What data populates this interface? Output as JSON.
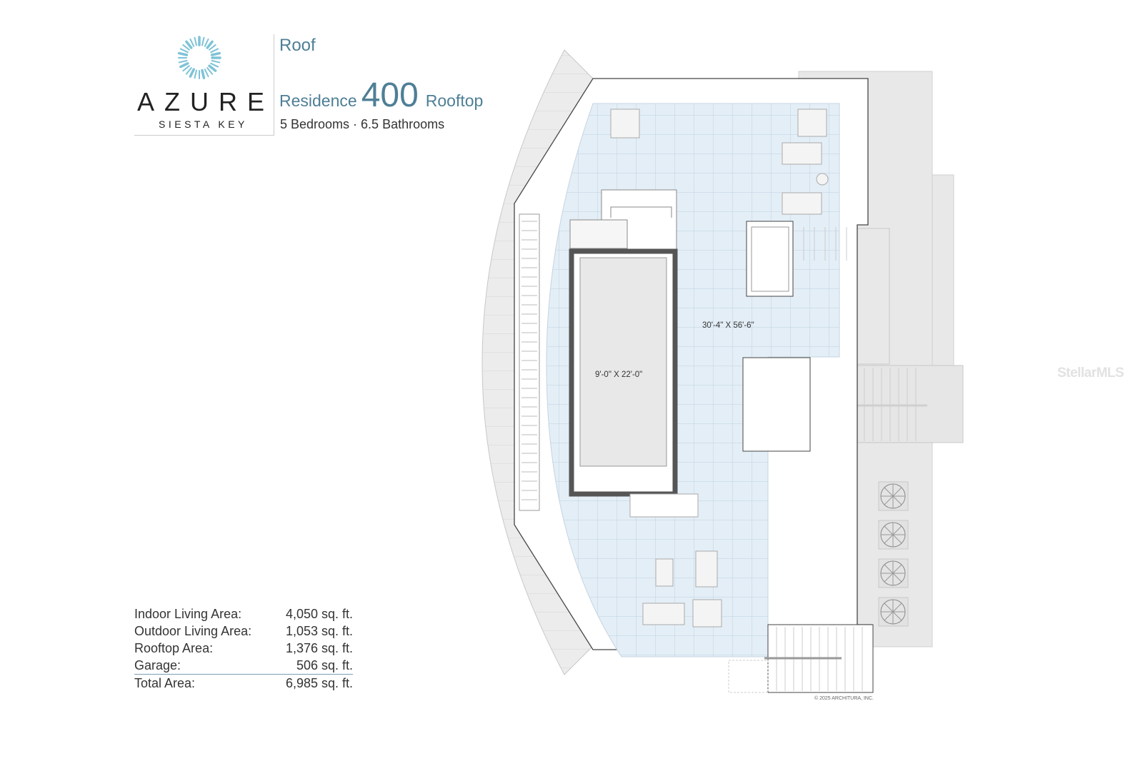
{
  "brand": {
    "name": "AZURE",
    "subtitle": "SIESTA KEY"
  },
  "header": {
    "level": "Roof",
    "residence_label": "Residence",
    "residence_number": "400",
    "residence_suffix": "Rooftop",
    "rooms": "5 Bedrooms  ·  6.5 Bathrooms"
  },
  "plan": {
    "pool_dimensions": "9'-0\" X 22'-0\"",
    "deck_dimensions": "30'-4\" X 56'-6\"",
    "copyright": "© 2025 ARCHITURA, INC.",
    "watermark": "StellarMLS",
    "colors": {
      "deck": "#e4eef6",
      "grid": "#bcd2e2",
      "gray": "#e6e6e6",
      "pool_edge": "#555555",
      "accent": "#4e7f96"
    }
  },
  "stats": [
    {
      "label": "Indoor Living Area:",
      "value": "4,050 sq. ft."
    },
    {
      "label": "Outdoor Living Area:",
      "value": "1,053 sq. ft."
    },
    {
      "label": "Rooftop Area:",
      "value": "1,376 sq. ft."
    },
    {
      "label": "Garage:",
      "value": "506 sq. ft."
    },
    {
      "label": "Total Area:",
      "value": "6,985 sq. ft."
    }
  ]
}
